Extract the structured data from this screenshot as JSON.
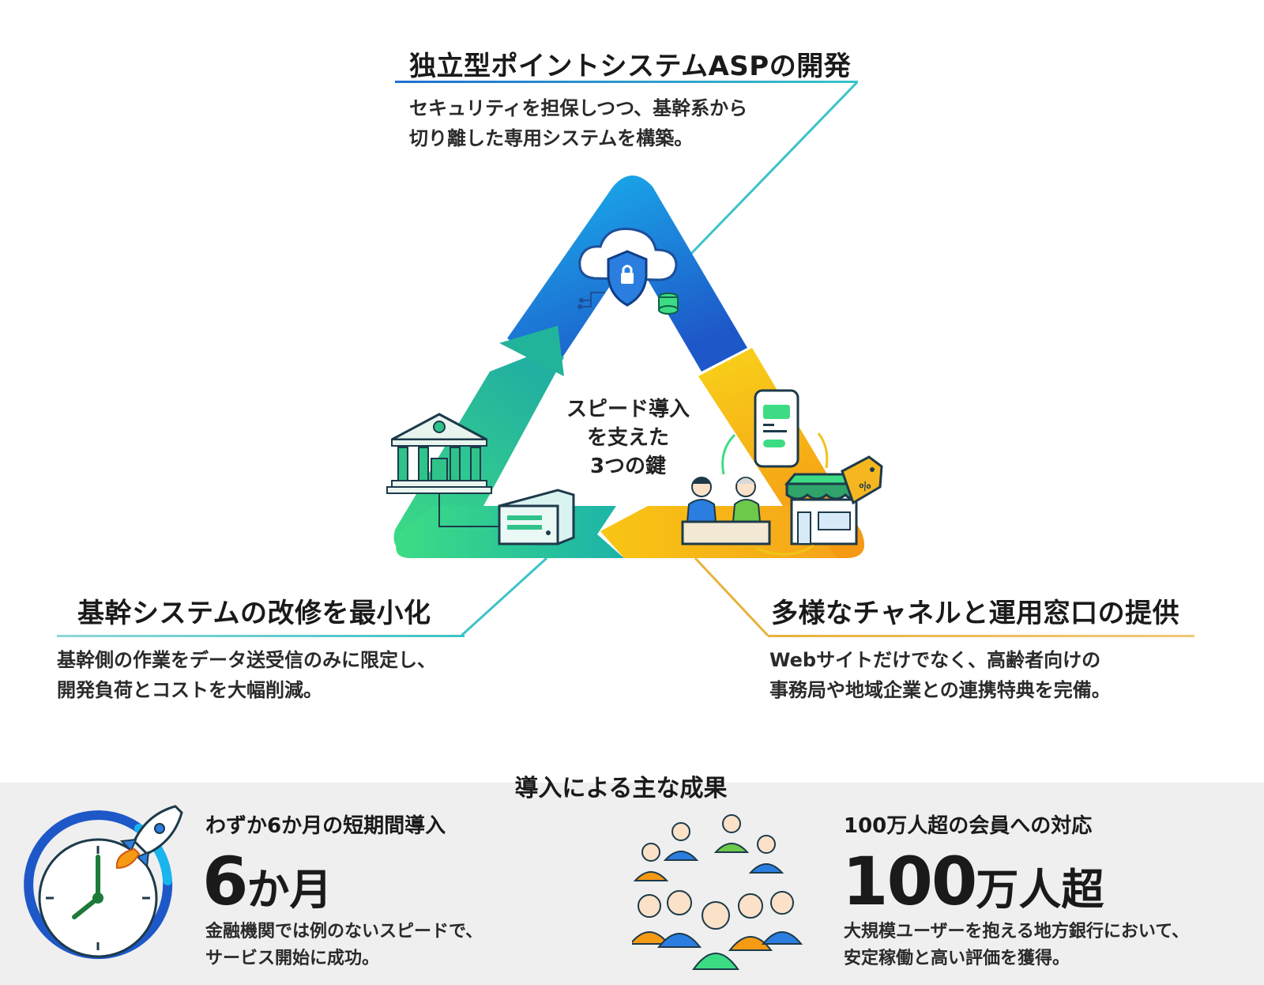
{
  "top_block": {
    "title": "独立型ポイントシステムASPの開発",
    "desc_line1": "セキュリティを担保しつつ、基幹系から",
    "desc_line2": "切り離した専用システムを構築。"
  },
  "left_block": {
    "title": "基幹システムの改修を最小化",
    "desc_line1": "基幹側の作業をデータ送受信のみに限定し、",
    "desc_line2": "開発負荷とコストを大幅削減。"
  },
  "right_block": {
    "title": "多様なチャネルと運用窓口の提供",
    "desc_line1": "Webサイトだけでなく、高齢者向けの",
    "desc_line2": "事務局や地域企業との連携特典を完備。"
  },
  "center": {
    "line1": "スピード導入",
    "line2": "を支えた",
    "line3": "3つの鍵"
  },
  "results": {
    "title": "導入による主な成果",
    "left": {
      "subtitle": "わずか6か月の短期間導入",
      "big_number": "6",
      "big_unit": "か月",
      "desc_line1": "金融機関では例のないスピードで、",
      "desc_line2": "サービス開始に成功。"
    },
    "right": {
      "subtitle": "100万人超の会員への対応",
      "big_number": "100",
      "big_unit": "万人超",
      "desc_line1": "大規模ユーザーを抱える地方銀行において、",
      "desc_line2": "安定稼働と高い評価を獲得。"
    }
  },
  "colors": {
    "blue": "#1e6fd0",
    "green": "#2fc38a",
    "orange": "#f6a91a",
    "teal": "#3cc3c8",
    "gold": "#e8b23a"
  },
  "icons": [
    "cloud-shield-icon",
    "bank-icon",
    "server-icon",
    "smartphone-icon",
    "shop-icon",
    "price-tag-icon",
    "help-desk-icon",
    "clock-icon",
    "rocket-icon",
    "people-group-icon"
  ]
}
